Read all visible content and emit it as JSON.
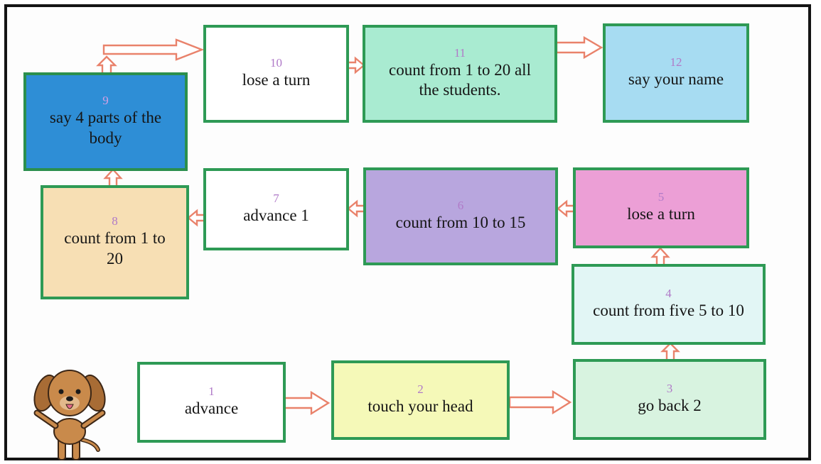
{
  "colors": {
    "border": "#2e9a55",
    "number": "#b07ac8",
    "arrow": "#e9826b",
    "frame": "#141414"
  },
  "illustration": "cartoon-dog-icon",
  "cells": [
    {
      "num": "1",
      "text": "advance",
      "bg": "#ffffff"
    },
    {
      "num": "2",
      "text": "touch your head",
      "bg": "#f5f9b8"
    },
    {
      "num": "3",
      "text": "go back 2",
      "bg": "#d8f3e0"
    },
    {
      "num": "4",
      "text": "count from five 5 to 10",
      "bg": "#e2f6f5"
    },
    {
      "num": "5",
      "text": "lose a turn",
      "bg": "#ec9fd6"
    },
    {
      "num": "6",
      "text": "count from 10 to 15",
      "bg": "#b8a6de"
    },
    {
      "num": "7",
      "text": "advance 1",
      "bg": "#ffffff"
    },
    {
      "num": "8",
      "text": "count from 1 to 20",
      "bg": "#f7dfb4"
    },
    {
      "num": "9",
      "text": "say 4 parts of the body",
      "bg": "#2e8ed6"
    },
    {
      "num": "10",
      "text": "lose a turn",
      "bg": "#ffffff"
    },
    {
      "num": "11",
      "text": "count from 1 to 20 all the students.",
      "bg": "#a9ebd1"
    },
    {
      "num": "12",
      "text": "say your name",
      "bg": "#a7dcf2"
    }
  ]
}
